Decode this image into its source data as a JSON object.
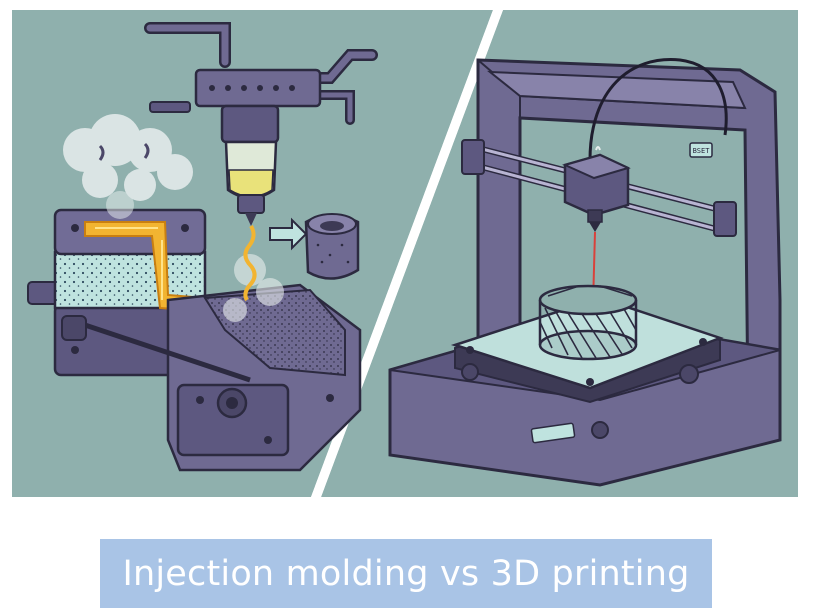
{
  "caption": {
    "text": "Injection molding vs 3D printing"
  },
  "printer": {
    "badge_text": "BSET"
  },
  "colors": {
    "background_panel": "#8fb0ad",
    "machine_body": "#6f6a92",
    "machine_dark": "#3d3a55",
    "molten_plastic": "#f2b431",
    "build_plate": "#bfe0dc",
    "caption_box": "#a9c4e6",
    "caption_text": "#ffffff",
    "filament_laser": "#d9413b"
  },
  "icons": [
    "injection-molding-machine",
    "hopper-nozzle",
    "steam-cloud",
    "molded-part",
    "arrow-right",
    "3d-printer",
    "print-head",
    "printed-object"
  ]
}
